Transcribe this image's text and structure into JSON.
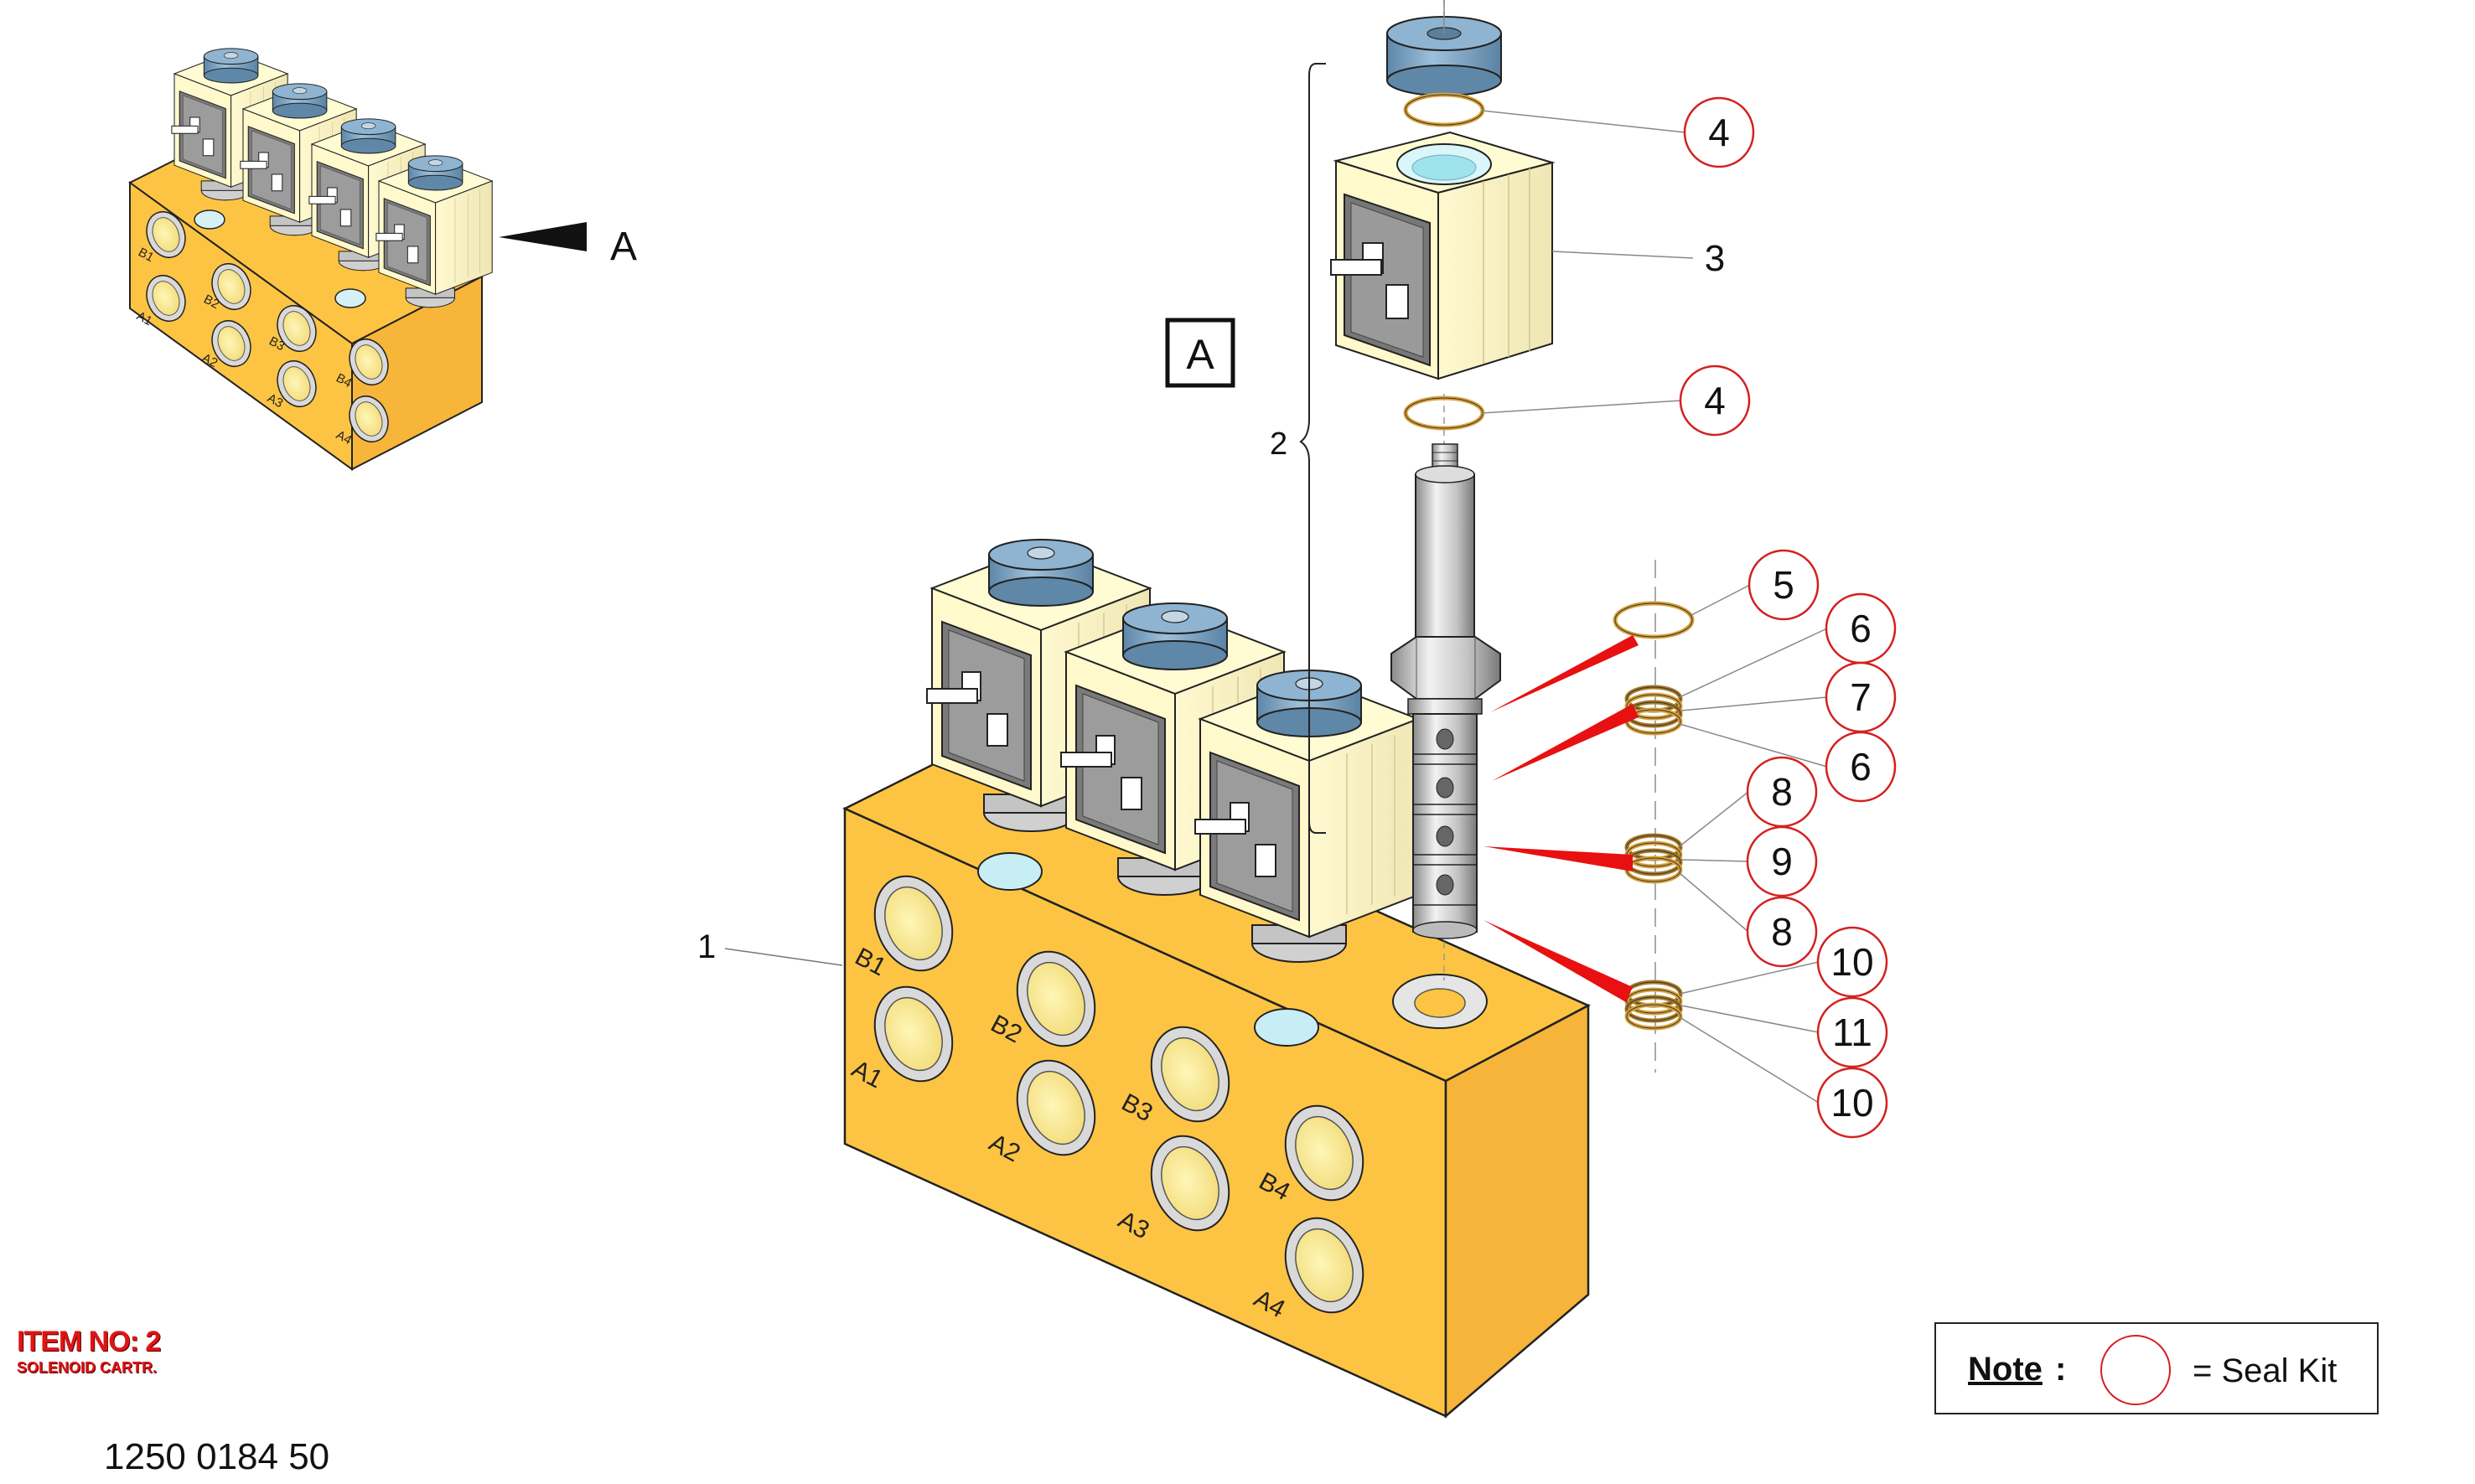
{
  "diagram": {
    "view_label": "A",
    "detail_label": "A",
    "bracket_label": "2",
    "block_label": "1",
    "item_no": "ITEM NO: 2",
    "item_desc": "SOLENOID CARTR.",
    "part_number": "1250 0184 50",
    "note": {
      "label": "Note",
      "colon": ":",
      "text": "= Seal Kit"
    },
    "callouts": [
      {
        "num": "4",
        "seal_kit": true
      },
      {
        "num": "3",
        "seal_kit": false
      },
      {
        "num": "4",
        "seal_kit": true
      },
      {
        "num": "5",
        "seal_kit": true
      },
      {
        "num": "6",
        "seal_kit": true
      },
      {
        "num": "7",
        "seal_kit": true
      },
      {
        "num": "6",
        "seal_kit": true
      },
      {
        "num": "8",
        "seal_kit": true
      },
      {
        "num": "9",
        "seal_kit": true
      },
      {
        "num": "8",
        "seal_kit": true
      },
      {
        "num": "10",
        "seal_kit": true
      },
      {
        "num": "11",
        "seal_kit": true
      },
      {
        "num": "10",
        "seal_kit": true
      }
    ],
    "ports_main": [
      "B1",
      "A1",
      "B2",
      "A2",
      "B3",
      "A3",
      "B4",
      "A4"
    ],
    "ports_small": [
      "B1",
      "A1",
      "B2",
      "A2",
      "B3",
      "A3",
      "B4",
      "A4"
    ],
    "colors": {
      "block": "#FDC443",
      "block_side": "#F6B43A",
      "coil": "#FFFBD2",
      "knob": "#7BA3C2",
      "seal_circle": "#D42020",
      "leader_red": "#E81010",
      "oring": "#D8A23A"
    }
  }
}
